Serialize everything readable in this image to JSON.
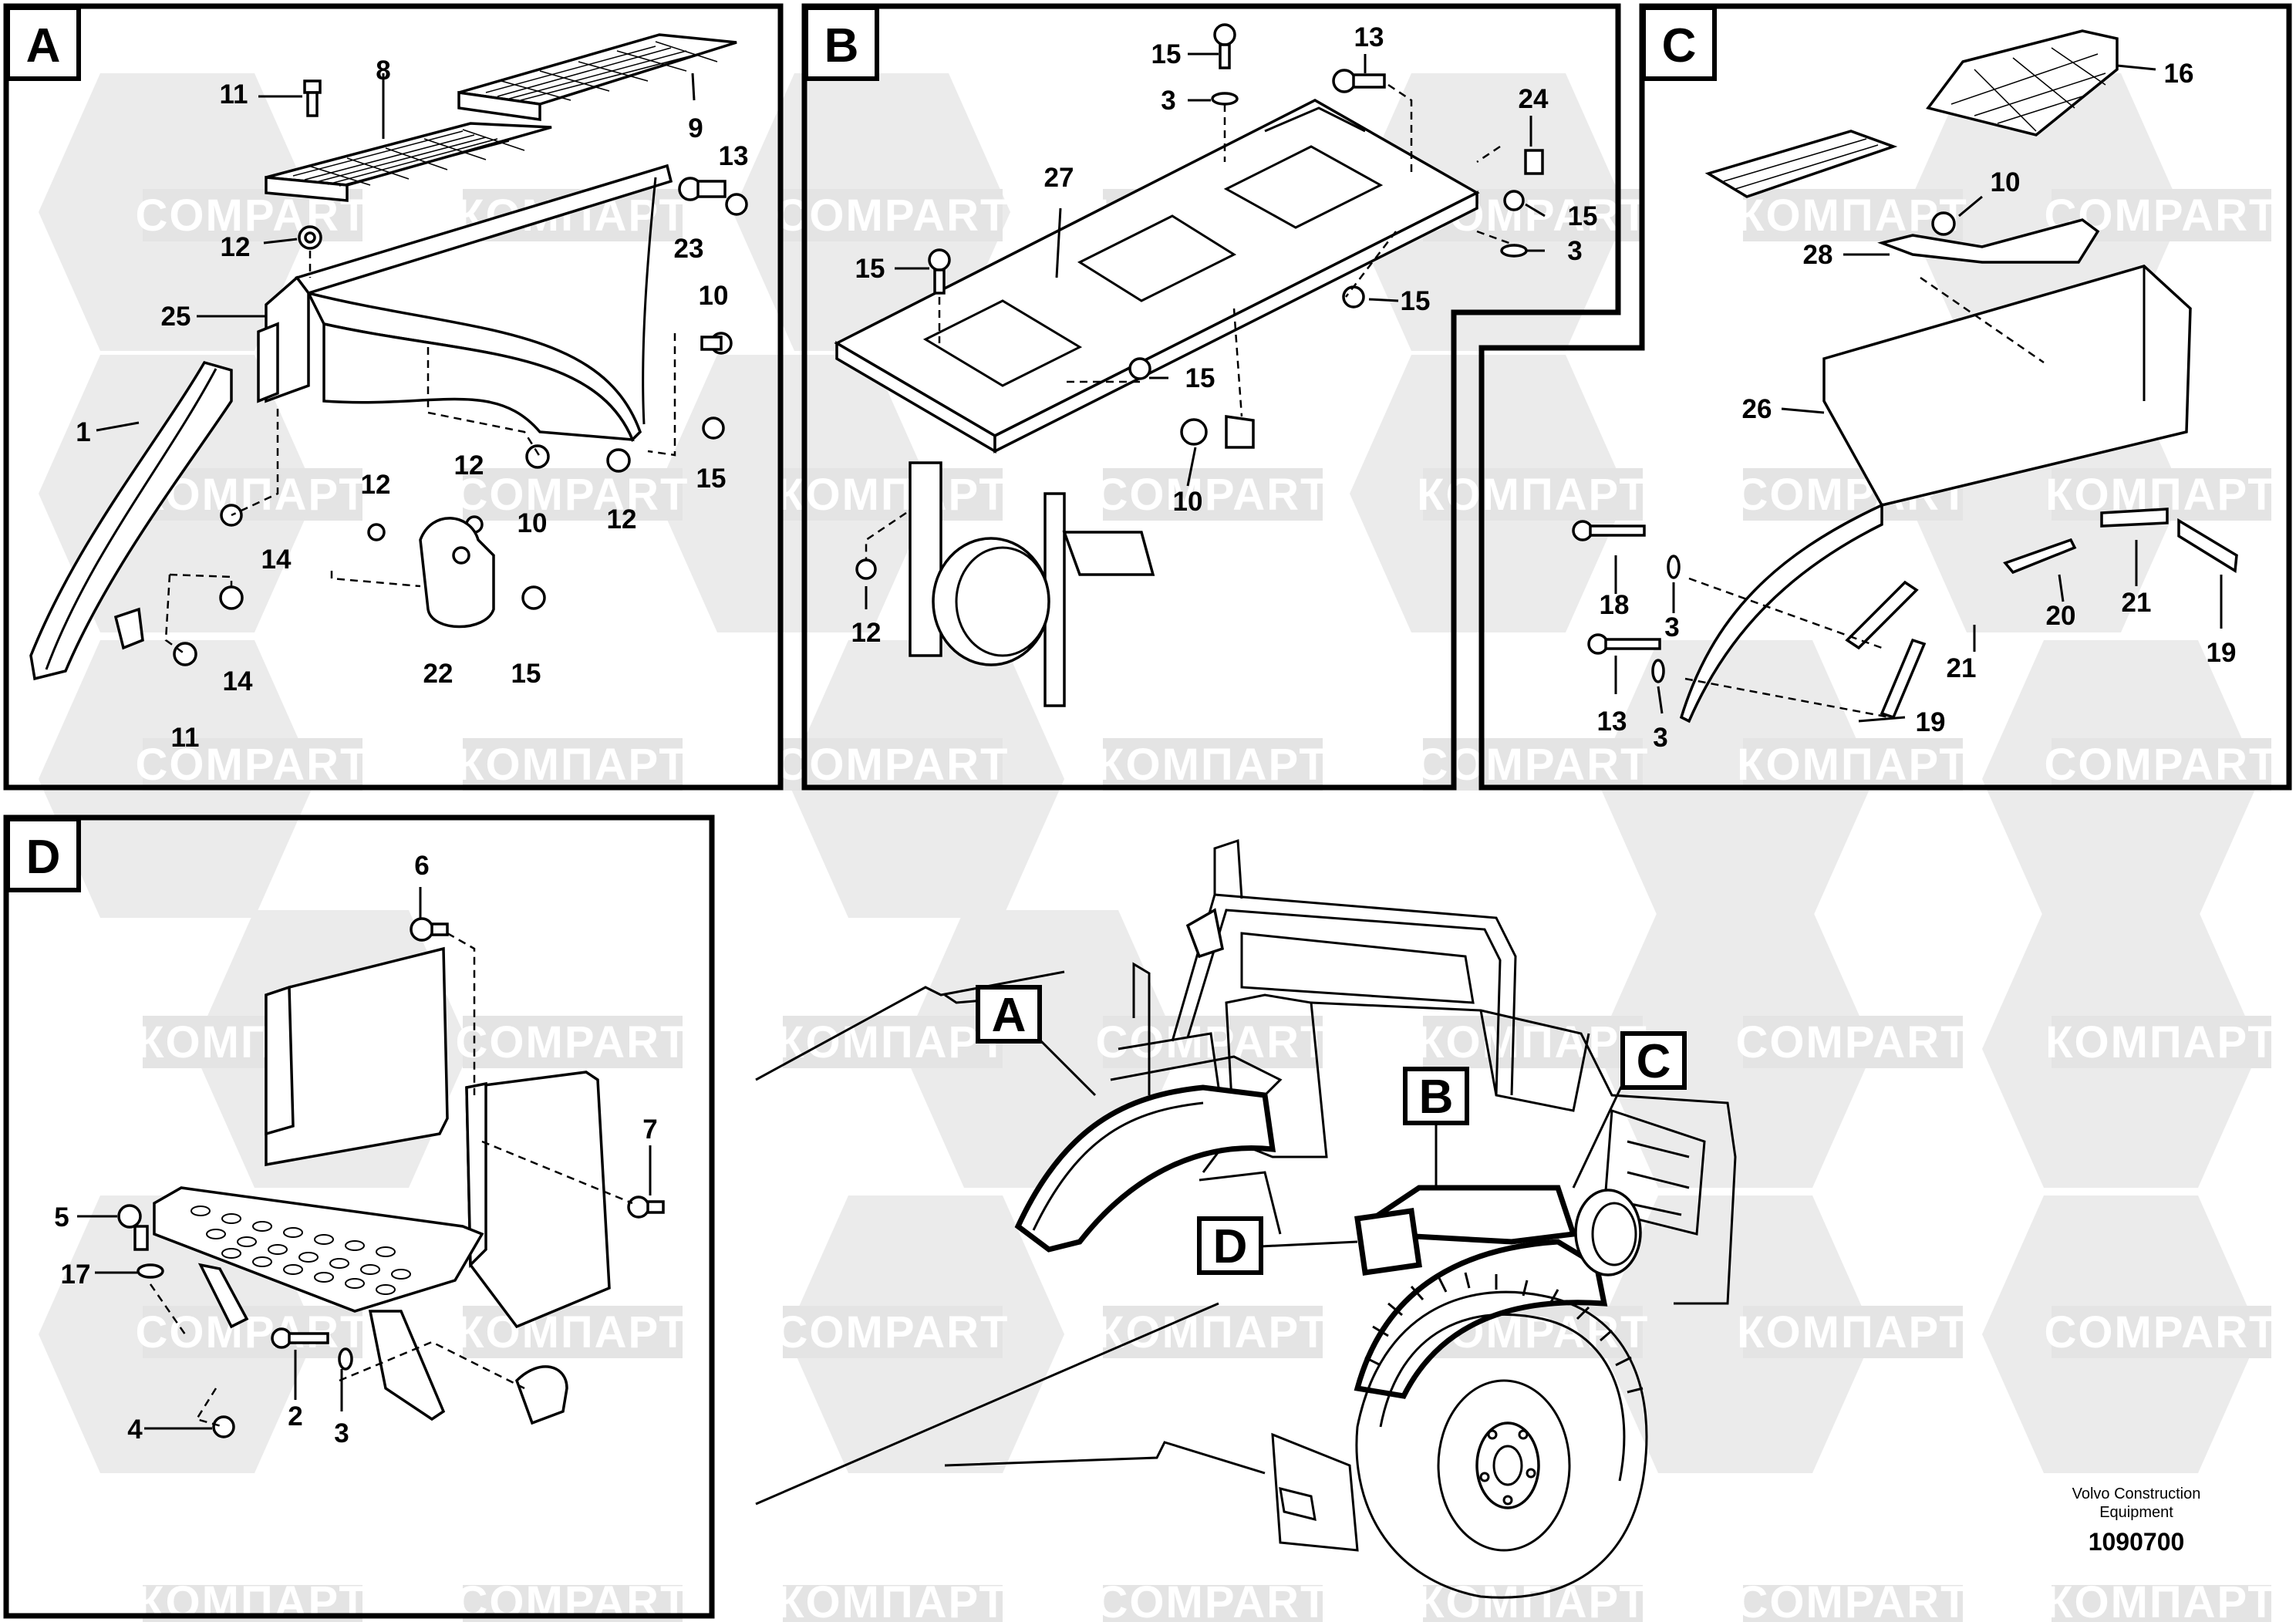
{
  "watermark": {
    "brand_latin": "COMPART",
    "brand_cyrillic": "КОМПАРТ"
  },
  "panels": {
    "A": {
      "letter": "A",
      "callouts": [
        "11",
        "8",
        "9",
        "13",
        "12",
        "23",
        "10",
        "25",
        "1",
        "12",
        "12",
        "10",
        "12",
        "15",
        "14",
        "14",
        "22",
        "15",
        "11"
      ]
    },
    "B": {
      "letter": "B",
      "callouts": [
        "15",
        "13",
        "3",
        "24",
        "27",
        "15",
        "3",
        "15",
        "15",
        "15",
        "10",
        "12"
      ]
    },
    "C": {
      "letter": "C",
      "callouts": [
        "16",
        "10",
        "28",
        "26",
        "18",
        "3",
        "20",
        "21",
        "19",
        "21",
        "13",
        "3",
        "19"
      ]
    },
    "D": {
      "letter": "D",
      "callouts": [
        "6",
        "7",
        "5",
        "17",
        "2",
        "3",
        "4"
      ]
    }
  },
  "overview": {
    "markers": [
      "A",
      "B",
      "C",
      "D"
    ]
  },
  "footer": {
    "company_line1": "Volvo Construction",
    "company_line2": "Equipment",
    "doc_number": "1090700"
  }
}
